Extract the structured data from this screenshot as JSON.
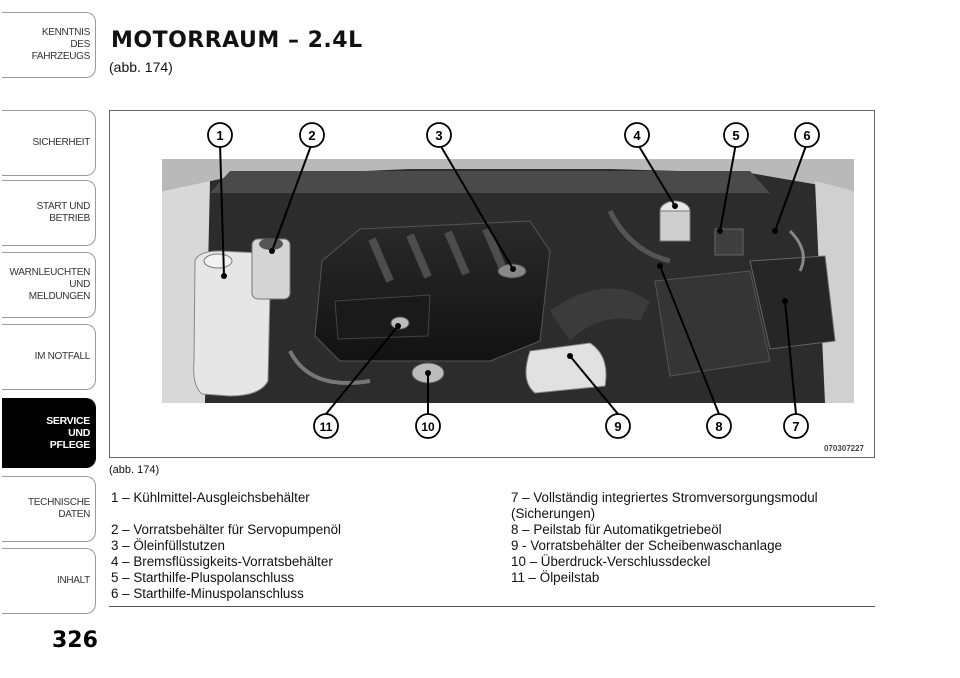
{
  "sidebar": {
    "tabs": [
      {
        "lines": [
          "KENNTNIS",
          "DES",
          "FAHRZEUGS"
        ],
        "active": false
      },
      {
        "lines": [
          "SICHERHEIT"
        ],
        "active": false
      },
      {
        "lines": [
          "START UND",
          "BETRIEB"
        ],
        "active": false
      },
      {
        "lines": [
          "WARNLEUCHTEN",
          "UND",
          "MELDUNGEN"
        ],
        "active": false
      },
      {
        "lines": [
          "IM NOTFALL"
        ],
        "active": false
      },
      {
        "lines": [
          "SERVICE",
          "UND",
          "PFLEGE"
        ],
        "active": true
      },
      {
        "lines": [
          "TECHNISCHE",
          "DATEN"
        ],
        "active": false
      },
      {
        "lines": [
          "INHALT"
        ],
        "active": false
      }
    ]
  },
  "page": {
    "title": "MOTORRAUM – 2.4L",
    "subtitle": "(abb. 174)",
    "number": "326"
  },
  "figure": {
    "code": "070307227",
    "caption": "(abb. 174)",
    "callouts_top": [
      "1",
      "2",
      "3",
      "4",
      "5",
      "6"
    ],
    "callouts_bottom": [
      "11",
      "10",
      "9",
      "8",
      "7"
    ]
  },
  "legend": {
    "left": [
      "1 – Kühlmittel-Ausgleichsbehälter",
      "2 – Vorratsbehälter für Servopumpenöl",
      "3 – Öleinfüllstutzen",
      "4 – Bremsflüssigkeits-Vorratsbehälter",
      "5 – Starthilfe-Pluspolanschluss",
      "6 – Starthilfe-Minuspolanschluss"
    ],
    "right": [
      "7 – Vollständig integriertes Stromversorgungsmodul",
      "(Sicherungen)",
      "8 – Peilstab für Automatikgetriebeöl",
      "9 - Vorratsbehälter der Scheibenwaschanlage",
      "10 – Überdruck-Verschlussdeckel",
      "11 – Ölpeilstab"
    ]
  }
}
